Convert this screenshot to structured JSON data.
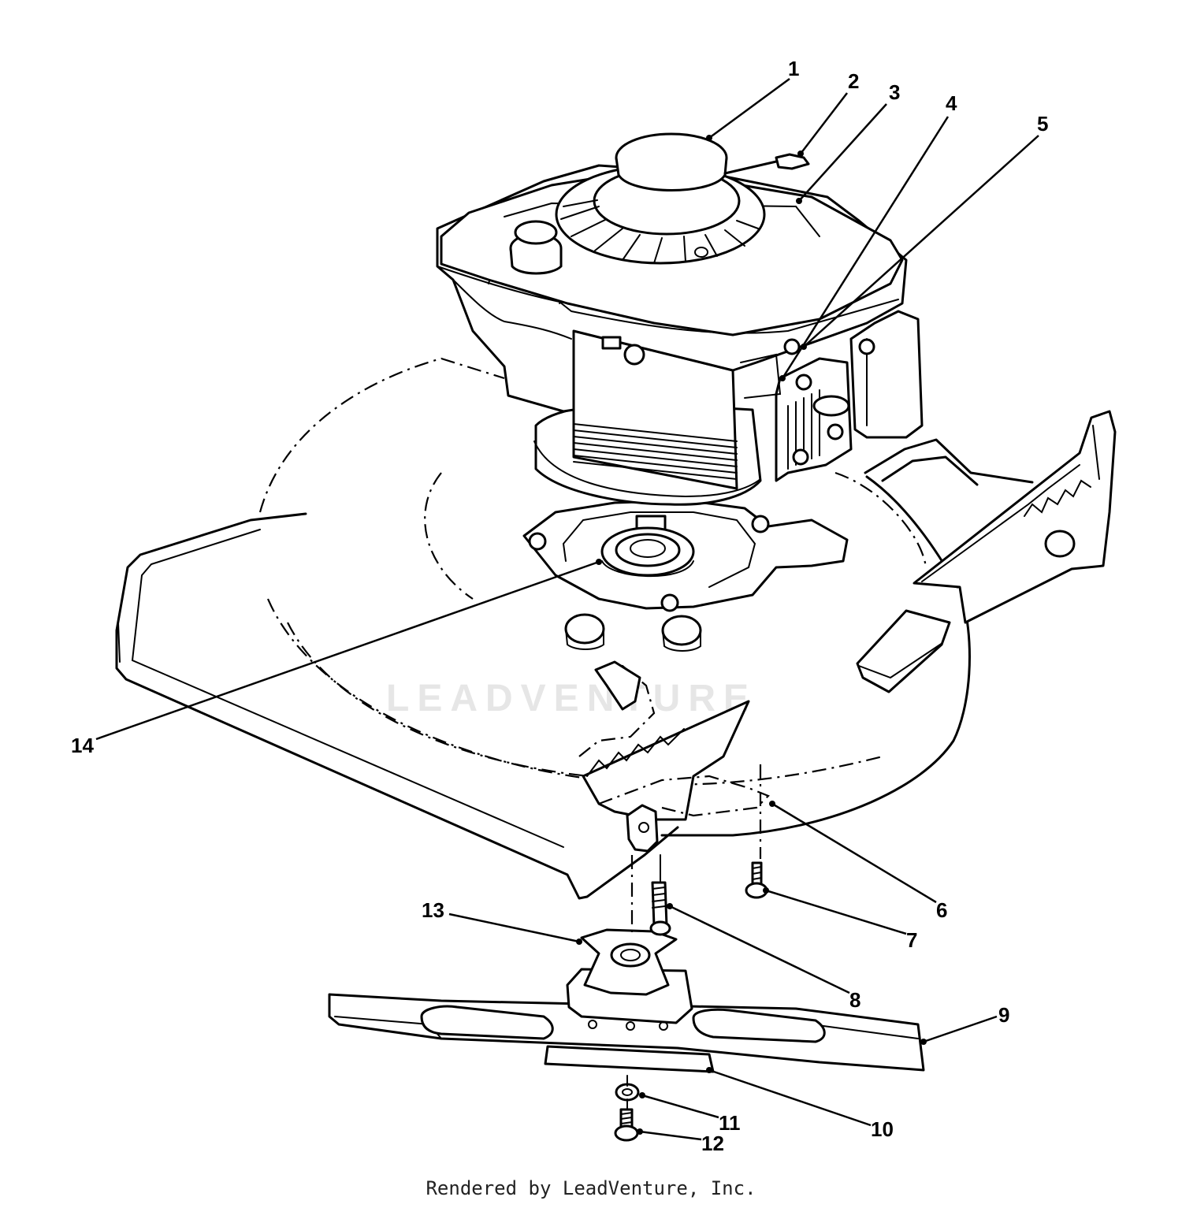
{
  "callouts": [
    {
      "id": "1",
      "label": "1"
    },
    {
      "id": "2",
      "label": "2"
    },
    {
      "id": "3",
      "label": "3"
    },
    {
      "id": "4",
      "label": "4"
    },
    {
      "id": "5",
      "label": "5"
    },
    {
      "id": "6",
      "label": "6"
    },
    {
      "id": "7",
      "label": "7"
    },
    {
      "id": "8",
      "label": "8"
    },
    {
      "id": "9",
      "label": "9"
    },
    {
      "id": "10",
      "label": "10"
    },
    {
      "id": "11",
      "label": "11"
    },
    {
      "id": "12",
      "label": "12"
    },
    {
      "id": "13",
      "label": "13"
    },
    {
      "id": "14",
      "label": "14"
    }
  ],
  "watermark": "LEADVENTURE",
  "footer": {
    "credit": "Rendered by LeadVenture, Inc."
  },
  "colors": {
    "line": "#000000",
    "background": "#ffffff",
    "watermark": "#e6e6e6"
  }
}
